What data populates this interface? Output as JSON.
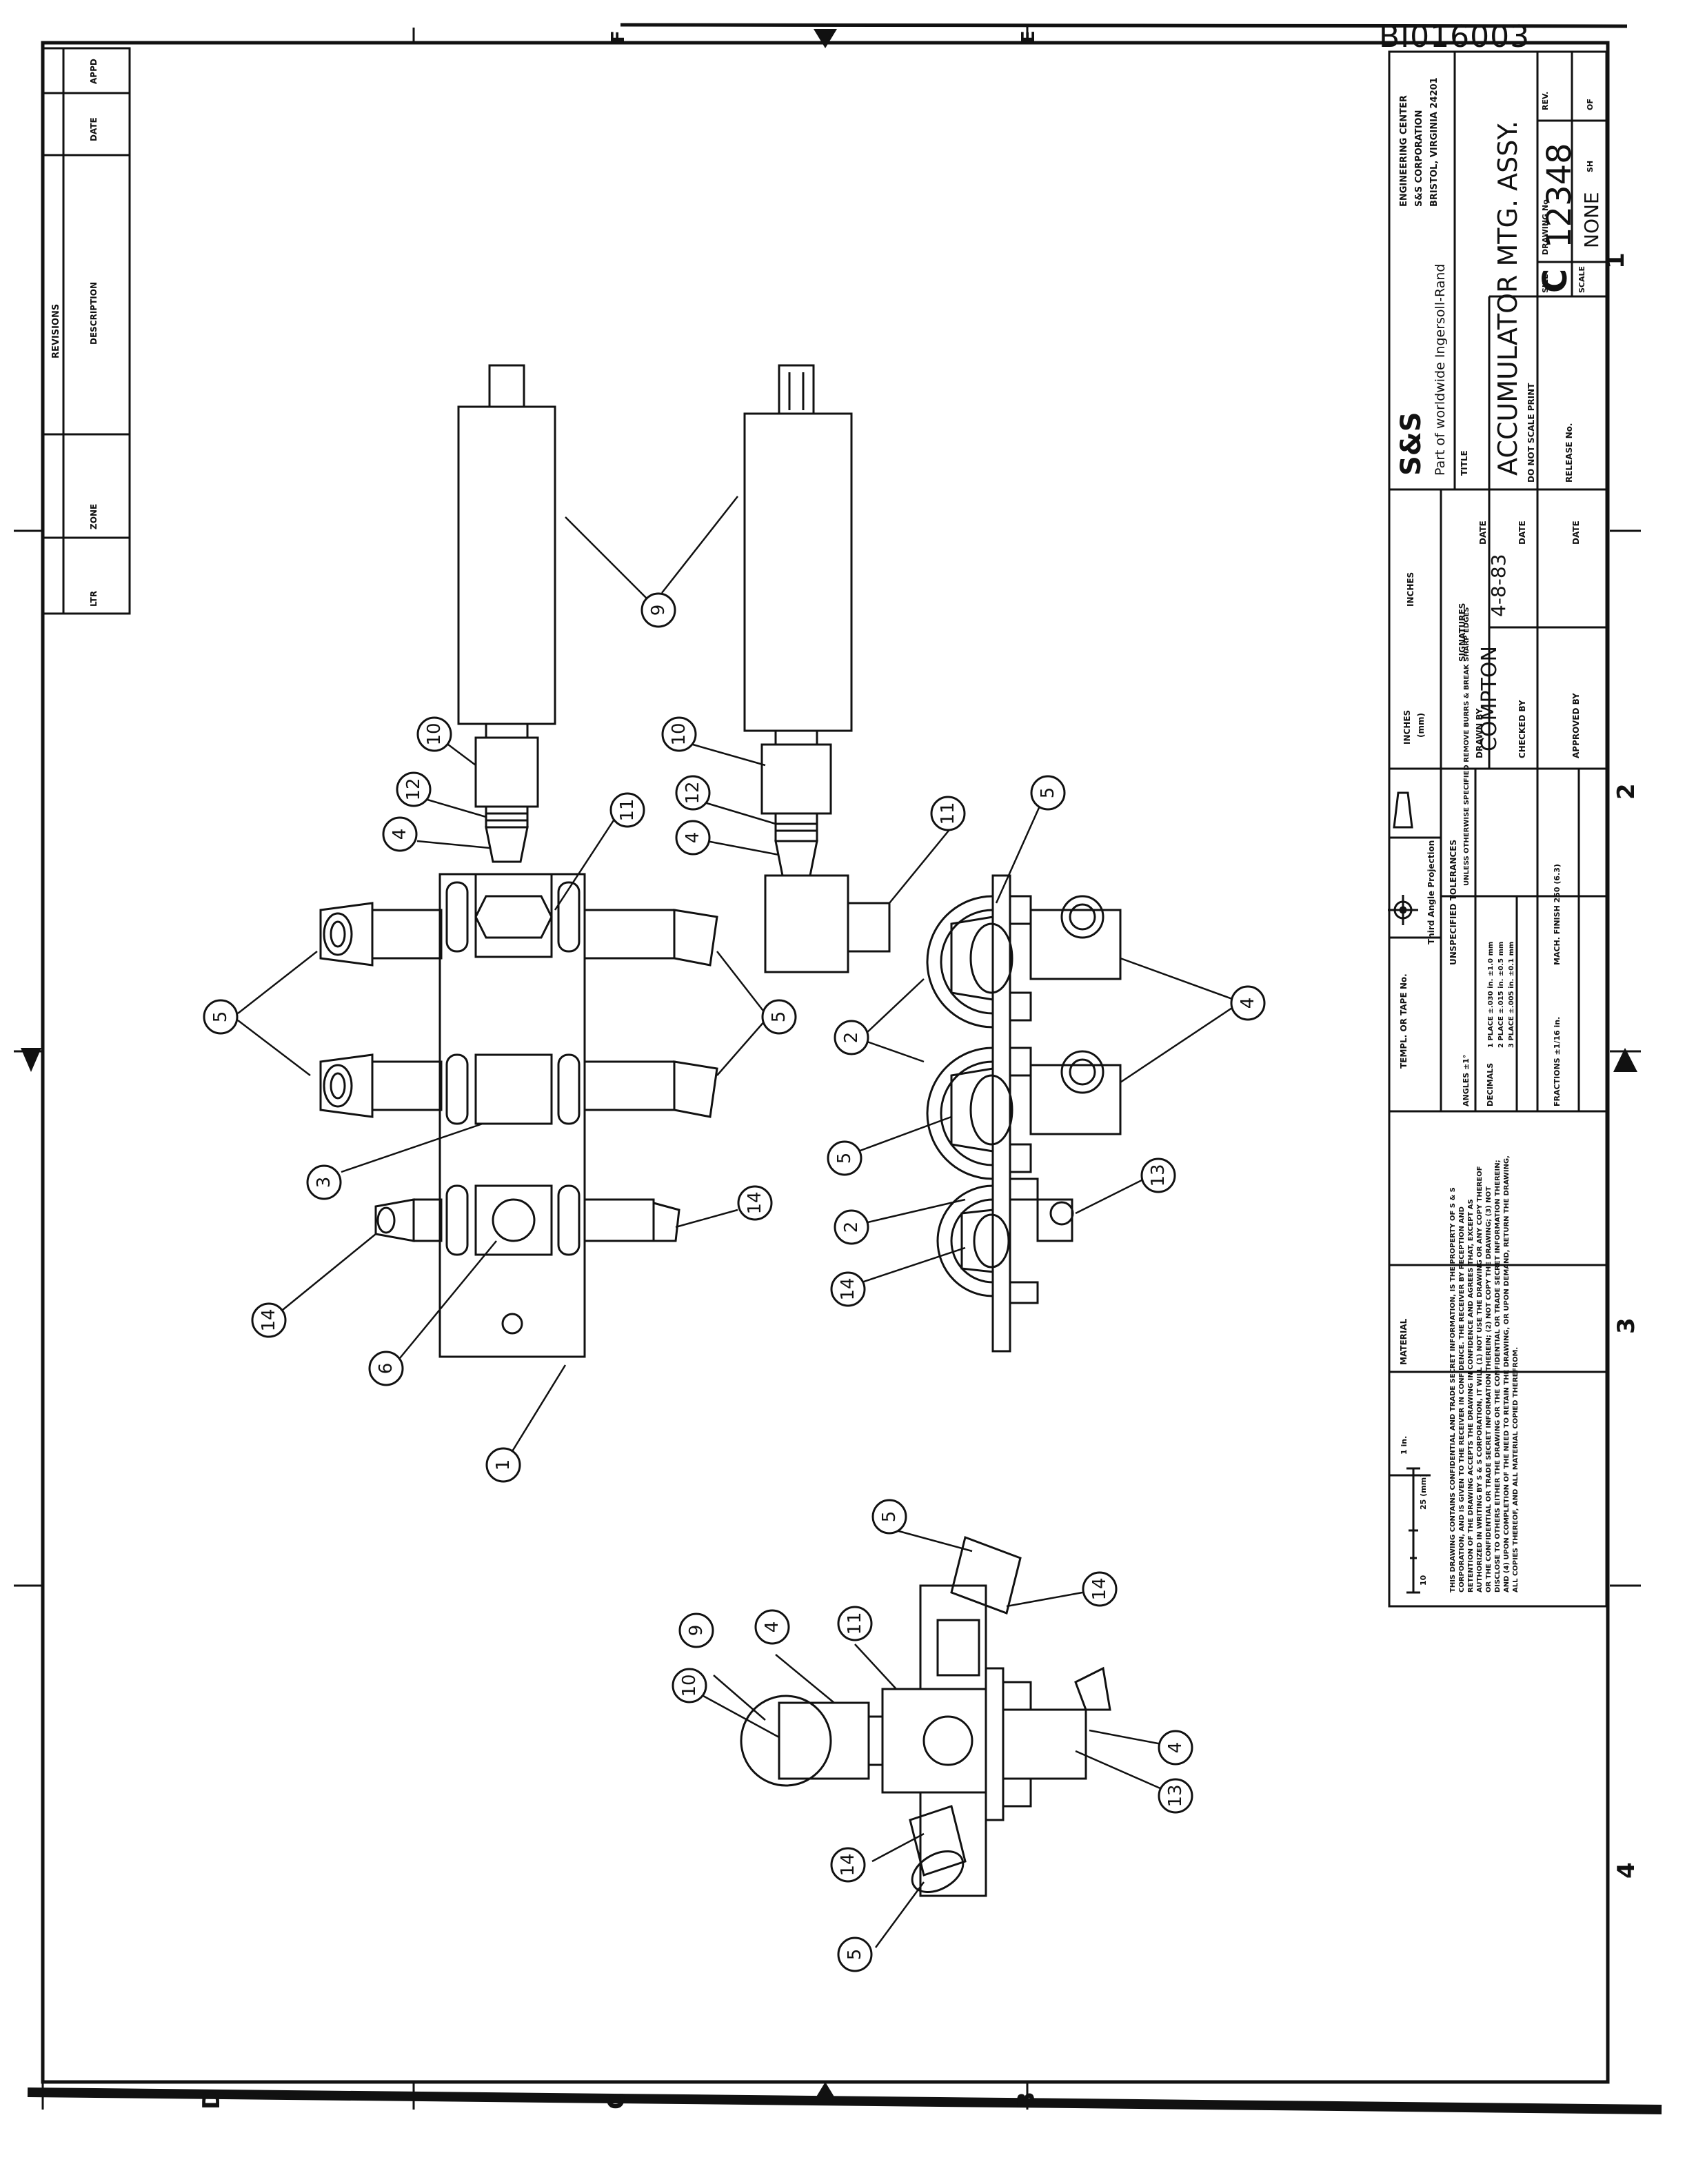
{
  "document_id": "BI016003",
  "border": {
    "columns": [
      "1",
      "2",
      "3",
      "4"
    ],
    "rows": [
      "D",
      "C",
      "B"
    ],
    "top_marks": [
      "E",
      "F"
    ]
  },
  "revisions": {
    "heading": "REVISIONS",
    "cols": [
      "LTR",
      "ZONE",
      "DESCRIPTION",
      "DATE",
      "APPD"
    ]
  },
  "title_block": {
    "company_logo": "S&S",
    "company_sub": "Part of worldwide Ingersoll-Rand",
    "engineering": [
      "ENGINEERING CENTER",
      "S&S CORPORATION",
      "BRISTOL, VIRGINIA 24201"
    ],
    "title_label": "TITLE",
    "title": "ACCUMULATOR MTG. ASSY.",
    "size_label": "SIZE",
    "size": "C",
    "dwg_no_label": "DRAWING No.",
    "dwg_no": "12348",
    "rev_label": "REV.",
    "scale_label": "SCALE",
    "scale": "NONE",
    "sheet_label": "SH",
    "of_label": "OF",
    "dns_label": "DO NOT SCALE PRINT",
    "release_label": "RELEASE No.",
    "signatures_label": "SIGNATURES",
    "date_label": "DATE",
    "drawn_by_label": "DRAWN BY",
    "drawn_by": "COMPTON",
    "drawn_date": "4-8-83",
    "checked_by_label": "CHECKED BY",
    "approved_by_label": "APPROVED BY",
    "inches_label": "INCHES",
    "mm_label": "(mm)",
    "projection": "Third Angle Projection",
    "tolerances_label": "UNSPECIFIED TOLERANCES",
    "tol_note": "UNLESS OTHERWISE SPECIFIED REMOVE BURRS & BREAK SHARP EDGES",
    "angles": "ANGLES ±1°",
    "decimals_label": "DECIMALS",
    "decimals": [
      "1 PLACE  ±.030 in.  ±1.0 mm",
      "2 PLACE  ±.015 in.  ±0.5 mm",
      "3 PLACE  ±.005 in.  ±0.1 mm"
    ],
    "fractions": "FRACTIONS ±1/16 in.",
    "mach_finish": "MACH. FINISH 250 (6.3)",
    "templ_label": "TEMPL. OR TAPE No.",
    "material_label": "MATERIAL",
    "scale_bar": [
      "1 in.",
      "10",
      "25 (mm)"
    ],
    "confidential": "THIS DRAWING CONTAINS CONFIDENTIAL AND TRADE SECRET INFORMATION, IS THE PROPERTY OF S & S CORPORATION, AND IS GIVEN TO THE RECEIVER IN CONFIDENCE. THE RECEIVER BY RECEPTION AND RETENTION OF THE DRAWING ACCEPTS THE DRAWING IN CONFIDENCE AND AGREES THAT, EXCEPT AS AUTHORIZED IN WRITING BY S & S CORPORATION, IT WILL (1) NOT USE THE DRAWING OR ANY COPY THEREOF OR THE CONFIDENTIAL OR TRADE SECRET INFORMATION THEREIN; (2) NOT COPY THE DRAWING; (3) NOT DISCLOSE TO OTHERS EITHER THE DRAWING OR THE CONFIDENTIAL OR TRADE SECRET INFORMATION THEREIN; AND (4) UPON COMPLETION OF THE NEED TO RETAIN THE DRAWING, OR UPON DEMAND, RETURN THE DRAWING, ALL COPIES THEREOF, AND ALL MATERIAL COPIED THEREFROM."
  },
  "balloons": {
    "b9a": "9",
    "b10a": "10",
    "b12a": "12",
    "b4a": "4",
    "b11a": "11",
    "b10b": "10",
    "b12b": "12",
    "b4b": "4",
    "b11b": "11",
    "b5b": "5",
    "b5l": "5",
    "b5r": "5",
    "b3": "3",
    "b14a": "14",
    "b14b": "14",
    "b6": "6",
    "b1": "1",
    "b4c": "4",
    "b2a": "2",
    "b5c": "5",
    "b2b": "2",
    "b14c": "14",
    "b13a": "13",
    "b5d": "5",
    "b9d": "9",
    "b10d": "10",
    "b4d": "4",
    "b11d": "11",
    "b14d": "14",
    "b4e": "4",
    "b13d": "13",
    "b14e": "14",
    "b5e": "5"
  }
}
